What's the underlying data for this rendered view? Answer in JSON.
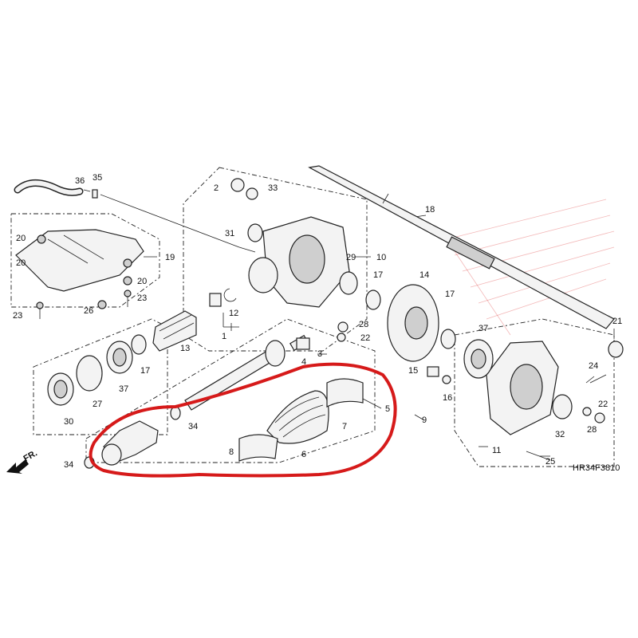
{
  "diagram": {
    "labels": {
      "p1": "1",
      "p2": "2",
      "p3": "3",
      "p4": "4",
      "p5": "5",
      "p6": "6",
      "p7": "7",
      "p8": "8",
      "p9": "9",
      "p10": "10",
      "p11": "11",
      "p12": "12",
      "p13": "13",
      "p14": "14",
      "p15": "15",
      "p16": "16",
      "p17a": "17",
      "p17b": "17",
      "p17c": "17",
      "p18": "18",
      "p19": "19",
      "p20a": "20",
      "p20b": "20",
      "p20c": "20",
      "p21": "21",
      "p22a": "22",
      "p22b": "22",
      "p23a": "23",
      "p23b": "23",
      "p24": "24",
      "p25": "25",
      "p26": "26",
      "p27": "27",
      "p28a": "28",
      "p28b": "28",
      "p29": "29",
      "p30": "30",
      "p31": "31",
      "p32": "32",
      "p33": "33",
      "p34a": "34",
      "p34b": "34",
      "p35": "35",
      "p36": "36",
      "p37a": "37",
      "p37b": "37"
    },
    "code": "HR34F3810",
    "front_label": "FR.",
    "colors": {
      "highlight": "#d61a1a",
      "wing": "#d33333",
      "ink": "#222222"
    }
  }
}
